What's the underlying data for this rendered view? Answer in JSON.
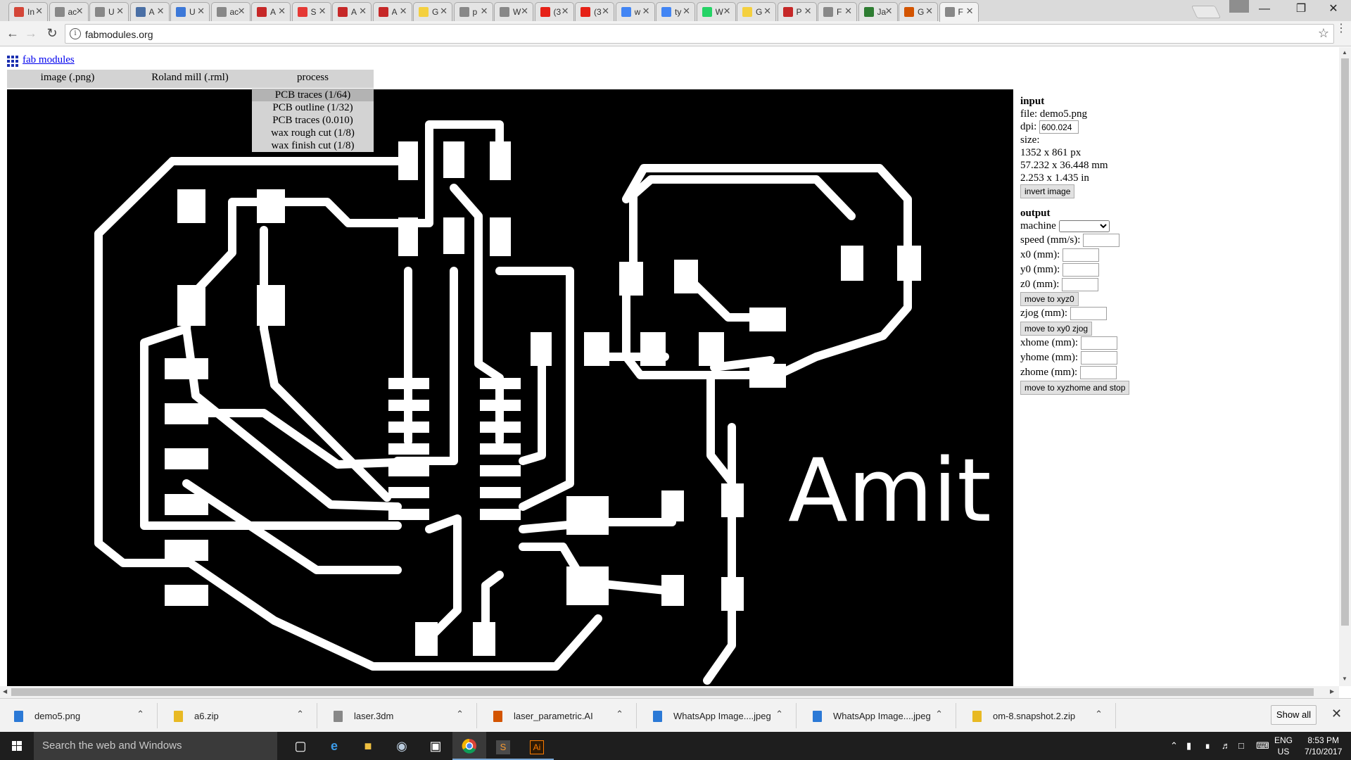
{
  "browser": {
    "tabs": [
      {
        "label": "In",
        "favicon": "gmail-icon",
        "color": "#d44638"
      },
      {
        "label": "ac",
        "favicon": "doc-icon",
        "color": "#888888"
      },
      {
        "label": "U",
        "favicon": "doc-icon",
        "color": "#888888"
      },
      {
        "label": "A",
        "favicon": "pen-icon",
        "color": "#4a6fa5"
      },
      {
        "label": "U",
        "favicon": "bookmark-icon",
        "color": "#3c78d8"
      },
      {
        "label": "ac",
        "favicon": "doc-icon",
        "color": "#888888"
      },
      {
        "label": "A",
        "favicon": "autodesk-icon",
        "color": "#c62828"
      },
      {
        "label": "S",
        "favicon": "target-icon",
        "color": "#e53935"
      },
      {
        "label": "A",
        "favicon": "autodesk-icon",
        "color": "#c62828"
      },
      {
        "label": "A",
        "favicon": "autodesk-icon",
        "color": "#c62828"
      },
      {
        "label": "G",
        "favicon": "sun-icon",
        "color": "#f4d03f"
      },
      {
        "label": "p",
        "favicon": "doc-icon",
        "color": "#888888"
      },
      {
        "label": "W",
        "favicon": "doc-icon",
        "color": "#888888"
      },
      {
        "label": "(3",
        "favicon": "youtube-icon",
        "color": "#e62117"
      },
      {
        "label": "(3",
        "favicon": "youtube-icon",
        "color": "#e62117"
      },
      {
        "label": "w",
        "favicon": "google-icon",
        "color": "#4285f4"
      },
      {
        "label": "ty",
        "favicon": "google-icon",
        "color": "#4285f4"
      },
      {
        "label": "W",
        "favicon": "whatsapp-icon",
        "color": "#25d366"
      },
      {
        "label": "G",
        "favicon": "sun-icon",
        "color": "#f4d03f"
      },
      {
        "label": "P",
        "favicon": "pdf-icon",
        "color": "#c62828"
      },
      {
        "label": "F",
        "favicon": "doc-icon",
        "color": "#888888"
      },
      {
        "label": "Ja",
        "favicon": "globe-icon",
        "color": "#2e7d32"
      },
      {
        "label": "G",
        "favicon": "gc-icon",
        "color": "#d35400"
      },
      {
        "label": "F",
        "favicon": "doc-icon",
        "color": "#888888"
      }
    ],
    "url": "fabmodules.org"
  },
  "page": {
    "logo_text": "fab modules",
    "menu": {
      "image": "image (.png)",
      "machine": "Roland mill (.rml)",
      "process": "process"
    },
    "process_options": [
      "PCB traces (1/64)",
      "PCB outline (1/32)",
      "PCB traces (0.010)",
      "wax rough cut (1/8)",
      "wax finish cut (1/8)"
    ],
    "pcb_text": "Amit",
    "input": {
      "heading": "input",
      "file": "file: demo5.png",
      "dpi_label": "dpi:",
      "dpi_value": "600.024",
      "size_label": "size:",
      "size_px": "1352 x 861 px",
      "size_mm": "57.232 x 36.448 mm",
      "size_in": "2.253 x 1.435 in",
      "invert_button": "invert image"
    },
    "output": {
      "heading": "output",
      "machine_label": "machine",
      "speed_label": "speed (mm/s):",
      "x0_label": "x0 (mm):",
      "y0_label": "y0 (mm):",
      "z0_label": "z0 (mm):",
      "move_xyz0_button": "move to xyz0",
      "zjog_label": "zjog (mm):",
      "move_xy0_zjog_button": "move to xy0 zjog",
      "xhome_label": "xhome (mm):",
      "yhome_label": "yhome (mm):",
      "zhome_label": "zhome (mm):",
      "move_home_button": "move to xyzhome and stop"
    }
  },
  "downloads": {
    "items": [
      {
        "name": "demo5.png",
        "icon": "image-file-icon",
        "color": "#2b79d6"
      },
      {
        "name": "a6.zip",
        "icon": "zip-file-icon",
        "color": "#e8b923"
      },
      {
        "name": "laser.3dm",
        "icon": "file-icon",
        "color": "#888888"
      },
      {
        "name": "laser_parametric.AI",
        "icon": "ai-file-icon",
        "color": "#d35400"
      },
      {
        "name": "WhatsApp Image....jpeg",
        "icon": "image-file-icon",
        "color": "#2b79d6"
      },
      {
        "name": "WhatsApp Image....jpeg",
        "icon": "image-file-icon",
        "color": "#2b79d6"
      },
      {
        "name": "om-8.snapshot.2.zip",
        "icon": "zip-file-icon",
        "color": "#e8b923"
      }
    ],
    "show_all": "Show all"
  },
  "taskbar": {
    "search_placeholder": "Search the web and Windows",
    "language": "ENG",
    "region": "US",
    "time": "8:53 PM",
    "date": "7/10/2017"
  }
}
